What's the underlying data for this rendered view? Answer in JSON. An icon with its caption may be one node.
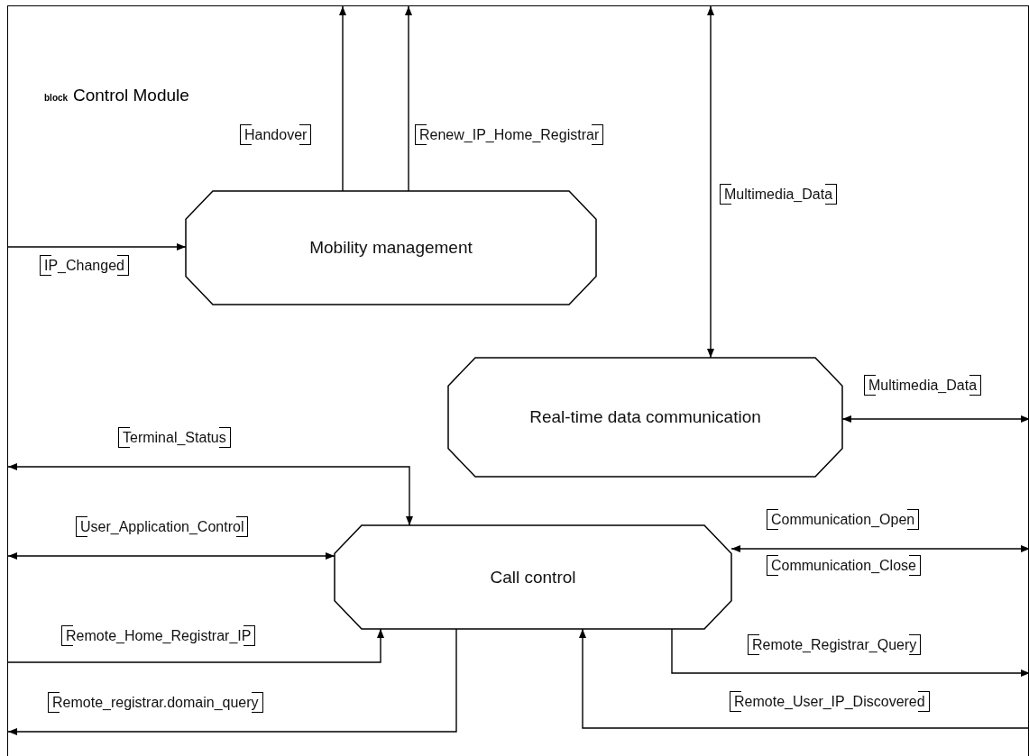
{
  "diagram": {
    "nodes": [
      {
        "text": [
          "block",
          "Control Module"
        ]
      },
      {
        "text": [
          "Mobility management"
        ],
        "in": 0
      },
      {
        "text": [
          "Real-time data communication"
        ],
        "in": 0
      },
      {
        "text": [
          "Call control"
        ],
        "in": 0
      }
    ],
    "edges": [
      {
        "from": 1,
        "to": 0,
        "arrow": "to",
        "label": "Handover"
      },
      {
        "from": 1,
        "to": 0,
        "arrow": "to",
        "label": "Renew_IP_Home_Registrar"
      },
      {
        "from": 0,
        "to": 2,
        "arrow": "both",
        "label": "Multimedia_Data"
      },
      {
        "from": 0,
        "to": 1,
        "arrow": "to",
        "label": "IP_Changed"
      },
      {
        "from": 0,
        "to": 2,
        "arrow": "both",
        "label": "Multimedia_Data"
      },
      {
        "from": 0,
        "to": 3,
        "arrow": "both",
        "label": "Terminal_Status"
      },
      {
        "from": 0,
        "to": 3,
        "arrow": "both",
        "label": "User_Application_Control"
      },
      {
        "from": 0,
        "to": 3,
        "arrow": "both",
        "label": "Communication_Open"
      },
      {
        "from": 0,
        "to": 3,
        "arrow": "to",
        "label": "Remote_Home_Registrar_IP"
      },
      {
        "from": 3,
        "to": 0,
        "arrow": "to",
        "label": "Remote_registrar.domain_query"
      },
      {
        "from": 3,
        "to": 0,
        "arrow": "to",
        "label": "Remote_Registrar_Query"
      },
      {
        "from": 0,
        "to": 3,
        "arrow": "to",
        "label": "Remote_User_IP_Discovered"
      }
    ],
    "labels": [
      "Communication_Close"
    ]
  }
}
